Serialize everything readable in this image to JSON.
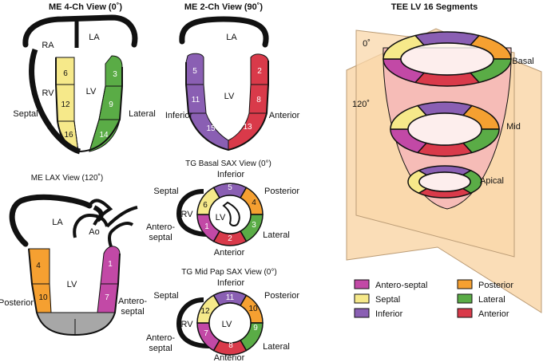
{
  "colors": {
    "antero_septal": "#c249a6",
    "septal": "#f6e98a",
    "inferior": "#8a5fb3",
    "posterior": "#f5a031",
    "lateral": "#5aac46",
    "anterior": "#d93a4a",
    "apex": "#a7a7a7",
    "wall": "#111111",
    "plane": "#f9d7aa",
    "cone": "#f5b8b8"
  },
  "me4ch": {
    "title": "ME 4-Ch View (0˚)",
    "ra": "RA",
    "la": "LA",
    "rv": "RV",
    "lv": "LV",
    "septal": "Septal",
    "lateral": "Lateral",
    "s6": "6",
    "s12": "12",
    "s16": "16",
    "s3": "3",
    "s9": "9",
    "s14": "14"
  },
  "me2ch": {
    "title": "ME 2-Ch View (90˚)",
    "la": "LA",
    "lv": "LV",
    "inferior": "Inferior",
    "anterior": "Anterior",
    "s5": "5",
    "s11": "11",
    "s15": "15",
    "s2": "2",
    "s8": "8",
    "s13": "13"
  },
  "melax": {
    "title": "ME LAX  View (120˚)",
    "la": "LA",
    "ao": "Ao",
    "lv": "LV",
    "posterior": "Posterior",
    "antero1": "Antero-",
    "antero2": "septal",
    "s4": "4",
    "s10": "10",
    "s1": "1",
    "s7": "7"
  },
  "tgbasal": {
    "title": "TG Basal SAX View (0°)",
    "inferior": "Inferior",
    "septal": "Septal",
    "posterior": "Posterior",
    "antero1": "Antero-",
    "antero2": "septal",
    "lateral": "Lateral",
    "anterior": "Anterior",
    "rv": "RV",
    "lv": "LV",
    "s1": "1",
    "s2": "2",
    "s3": "3",
    "s4": "4",
    "s5": "5",
    "s6": "6"
  },
  "tgmid": {
    "title": "TG Mid Pap SAX View (0°)",
    "inferior": "Inferior",
    "septal": "Septal",
    "posterior": "Posterior",
    "antero1": "Antero-",
    "antero2": "septal",
    "lateral": "Lateral",
    "anterior": "Anterior",
    "rv": "RV",
    "lv": "LV",
    "s7": "7",
    "s8": "8",
    "s9": "9",
    "s10": "10",
    "s11": "11",
    "s12": "12"
  },
  "tee": {
    "title": "TEE LV 16 Segments",
    "deg0": "0˚",
    "deg120": "120˚",
    "basal": "Basal",
    "mid": "Mid",
    "apical": "Apical"
  },
  "legend": {
    "antero_septal": "Antero-septal",
    "septal": "Septal",
    "inferior": "Inferior",
    "posterior": "Posterior",
    "lateral": "Lateral",
    "anterior": "Anterior"
  }
}
